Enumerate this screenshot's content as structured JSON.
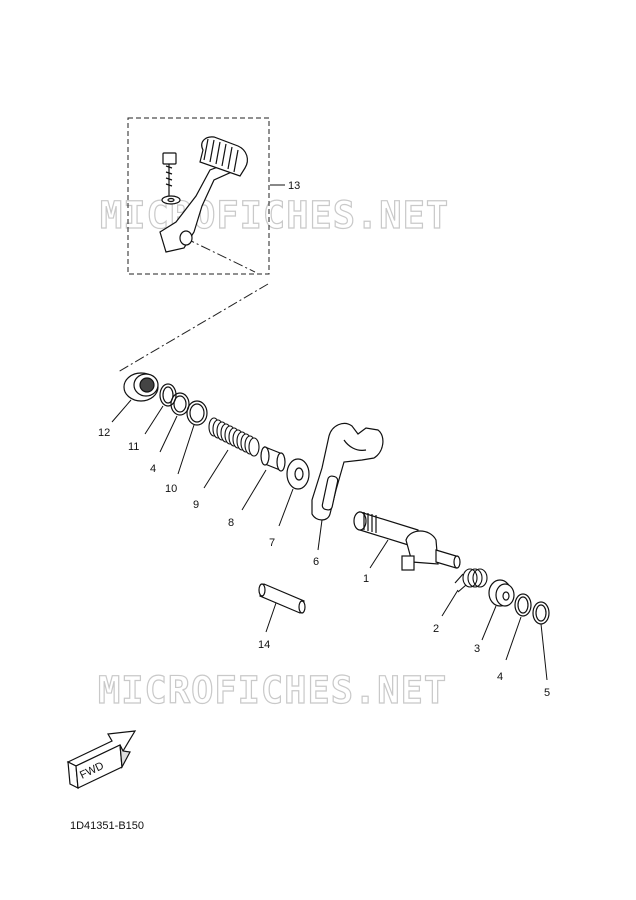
{
  "watermark": "MICROFICHES.NET",
  "fwd_label": "FWD",
  "diagram_code": "1D41351-B150",
  "callouts": {
    "p1": "1",
    "p2": "2",
    "p3": "3",
    "p4a": "4",
    "p4b": "4",
    "p5": "5",
    "p6": "6",
    "p7": "7",
    "p8": "8",
    "p9": "9",
    "p10": "10",
    "p11": "11",
    "p12": "12",
    "p13": "13",
    "p14": "14"
  }
}
